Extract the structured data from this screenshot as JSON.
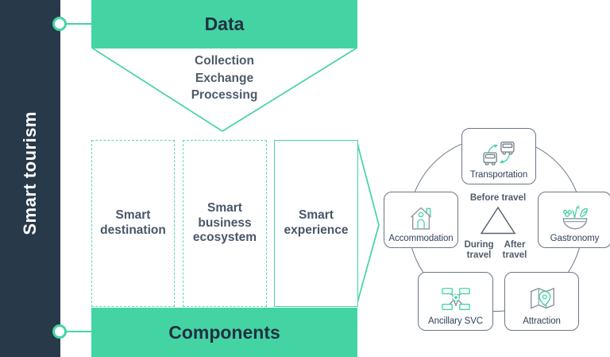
{
  "colors": {
    "accent_green": "#44d4a4",
    "navy": "#283a4a",
    "heading_text": "#233140",
    "body_text_gray": "#4e5b6a",
    "node_border_gray": "#6b7787"
  },
  "sidebar": {
    "label": "Smart tourism"
  },
  "banners": {
    "data": "Data",
    "components": "Components"
  },
  "funnel": {
    "lines": [
      "Collection",
      "Exchange",
      "Processing"
    ]
  },
  "pillars": [
    {
      "lines": [
        "Smart",
        "destination"
      ],
      "border": "dashed"
    },
    {
      "lines": [
        "Smart",
        "business",
        "ecosystem"
      ],
      "border": "dashed"
    },
    {
      "lines": [
        "Smart",
        "experience"
      ],
      "border": "solid"
    }
  ],
  "cycle": {
    "nodes": [
      {
        "label": "Transportation",
        "icon": "bus-swap-icon"
      },
      {
        "label": "Accommodation",
        "icon": "house-icon"
      },
      {
        "label": "Gastronomy",
        "icon": "salad-bowl-icon"
      },
      {
        "label": "Ancillary SVC",
        "icon": "hub-network-icon"
      },
      {
        "label": "Attraction",
        "icon": "map-pin-icon"
      }
    ],
    "phases": {
      "before": "Before travel",
      "during": [
        "During",
        "travel"
      ],
      "after": [
        "After",
        "travel"
      ]
    }
  }
}
